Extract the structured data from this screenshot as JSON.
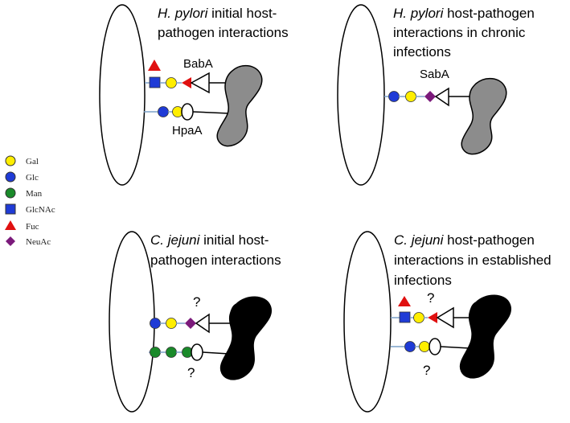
{
  "legend": {
    "items": [
      {
        "label": "Gal",
        "icon": "yellow-circle-icon",
        "color": "#ffee00"
      },
      {
        "label": "Glc",
        "icon": "blue-circle-icon",
        "color": "#1f3bd6"
      },
      {
        "label": "Man",
        "icon": "green-circle-icon",
        "color": "#1a8a2a"
      },
      {
        "label": "GlcNAc",
        "icon": "blue-square-icon",
        "color": "#1f3bd6"
      },
      {
        "label": "Fuc",
        "icon": "red-triangle-icon",
        "color": "#e01010"
      },
      {
        "label": "NeuAc",
        "icon": "purple-diamond-icon",
        "color": "#7b1a7b"
      }
    ]
  },
  "panels": {
    "hp_initial": {
      "title_italic": "H. pylori",
      "title_rest_line1": "  initial host-",
      "title_line2": "pathogen interactions",
      "adhesin_top": "BabA",
      "adhesin_bottom": "HpaA",
      "pathogen_color": "#8c8c8c"
    },
    "hp_chronic": {
      "title_italic": "H. pylori",
      "title_rest_line1": " host-pathogen",
      "title_line2": "interactions in chronic",
      "title_line3": "infections",
      "adhesin": "SabA",
      "pathogen_color": "#8c8c8c"
    },
    "cj_initial": {
      "title_italic": "C. jejuni",
      "title_rest_line1": " initial host-",
      "title_line2": "pathogen interactions",
      "unknown_top": "?",
      "unknown_bottom": "?",
      "pathogen_color": "#000000"
    },
    "cj_established": {
      "title_italic": "C. jejuni",
      "title_rest_line1": " host-pathogen",
      "title_line2": "interactions in established",
      "title_line3": "infections",
      "unknown_top": "?",
      "unknown_bottom": "?",
      "pathogen_color": "#000000"
    }
  }
}
